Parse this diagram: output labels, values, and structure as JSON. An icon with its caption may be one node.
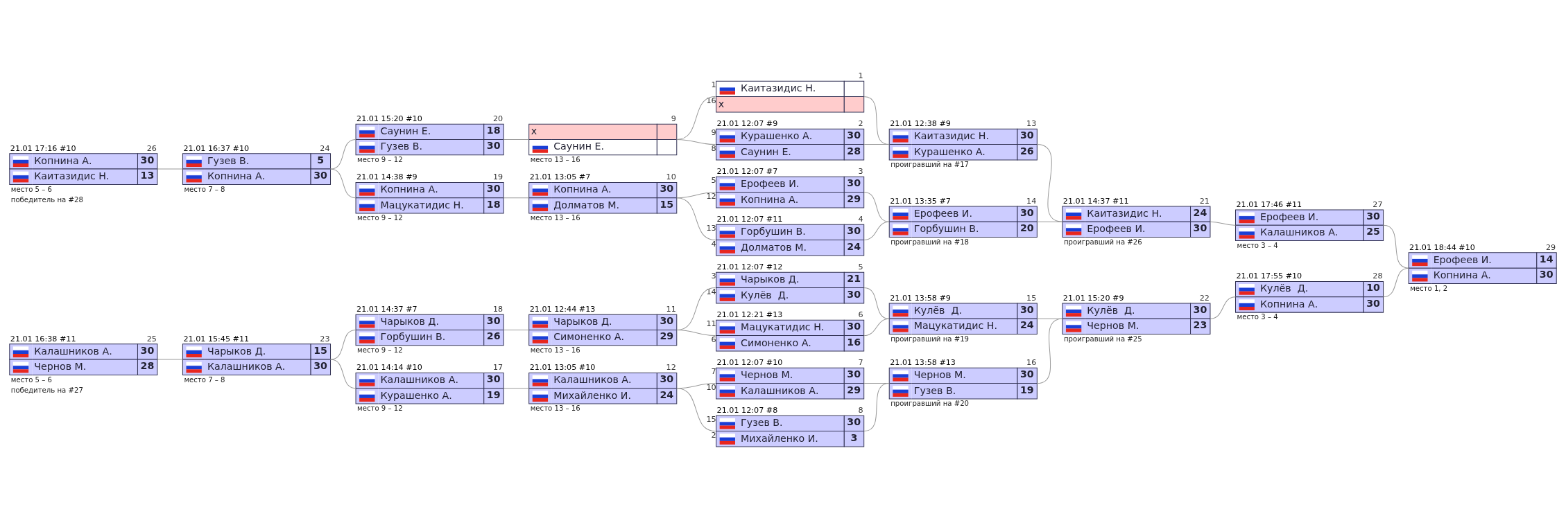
{
  "diagram": {
    "nodes": [
      {
        "text": [
          "1",
          "1",
          "Каитазидис Н.",
          "16",
          "x"
        ]
      },
      {
        "text": [
          "21.01 12:07 #9",
          "2",
          "9",
          "Курашенко А.",
          "30",
          "8",
          "Саунин Е.",
          "28"
        ]
      },
      {
        "text": [
          "21.01 12:07 #7",
          "3",
          "5",
          "Ерофеев И.",
          "30",
          "12",
          "Копнина А.",
          "29"
        ]
      },
      {
        "text": [
          "21.01 12:07 #11",
          "4",
          "13",
          "Горбушин В.",
          "30",
          "4",
          "Долматов М.",
          "24"
        ]
      },
      {
        "text": [
          "21.01 12:07 #12",
          "5",
          "3",
          "Чарыков Д.",
          "21",
          "14",
          "Кулёв  Д.",
          "30"
        ]
      },
      {
        "text": [
          "21.01 12:21 #13",
          "6",
          "11",
          "Мацукатидис Н.",
          "30",
          "6",
          "Симоненко А.",
          "16"
        ]
      },
      {
        "text": [
          "21.01 12:07 #10",
          "7",
          "7",
          "Чернов М.",
          "30",
          "10",
          "Калашников А.",
          "29"
        ]
      },
      {
        "text": [
          "21.01 12:07 #8",
          "8",
          "15",
          "Гузев В.",
          "30",
          "2",
          "Михайленко И.",
          "3"
        ]
      },
      {
        "text": [
          "9",
          "x",
          "Саунин Е."
        ],
        "beside": [
          "место 13 – 16"
        ]
      },
      {
        "text": [
          "21.01 13:05 #7",
          "10",
          "Копнина А.",
          "30",
          "Долматов М.",
          "15"
        ],
        "beside": [
          "место 13 – 16"
        ]
      },
      {
        "text": [
          "21.01 12:44 #13",
          "11",
          "Чарыков Д.",
          "30",
          "Симоненко А.",
          "29"
        ],
        "beside": [
          "место 13 – 16"
        ]
      },
      {
        "text": [
          "21.01 13:05 #10",
          "12",
          "Калашников А.",
          "30",
          "Михайленко И.",
          "24"
        ],
        "beside": [
          "место 13 – 16"
        ]
      },
      {
        "text": [
          "21.01 12:38 #9",
          "13",
          "Каитазидис Н.",
          "30",
          "Курашенко А.",
          "26"
        ],
        "beside": [
          "проигравший на #17"
        ]
      },
      {
        "text": [
          "21.01 13:35 #7",
          "14",
          "Ерофеев И.",
          "30",
          "Горбушин В.",
          "20"
        ],
        "beside": [
          "проигравший на #18"
        ]
      },
      {
        "text": [
          "21.01 13:58 #9",
          "15",
          "Кулёв  Д.",
          "30",
          "Мацукатидис Н.",
          "24"
        ],
        "beside": [
          "проигравший на #19"
        ]
      },
      {
        "text": [
          "21.01 13:58 #13",
          "16",
          "Чернов М.",
          "30",
          "Гузев В.",
          "19"
        ],
        "beside": [
          "проигравший на #20"
        ]
      },
      {
        "text": [
          "21.01 14:14 #10",
          "17",
          "Калашников А.",
          "30",
          "Курашенко А.",
          "19"
        ],
        "beside": [
          "место 9 – 12"
        ]
      },
      {
        "text": [
          "21.01 14:37 #7",
          "18",
          "Чарыков Д.",
          "30",
          "Горбушин В.",
          "26"
        ],
        "beside": [
          "место 9 – 12"
        ]
      },
      {
        "text": [
          "21.01 14:38 #9",
          "19",
          "Копнина А.",
          "30",
          "Мацукатидис Н.",
          "18"
        ],
        "beside": [
          "место 9 – 12"
        ]
      },
      {
        "text": [
          "21.01 15:20 #10",
          "20",
          "Саунин Е.",
          "18",
          "Гузев В.",
          "30"
        ],
        "beside": [
          "место 9 – 12"
        ]
      },
      {
        "text": [
          "21.01 14:37 #11",
          "21",
          "Каитазидис Н.",
          "24",
          "Ерофеев И.",
          "30"
        ],
        "beside": [
          "проигравший на #26"
        ]
      },
      {
        "text": [
          "21.01 15:20 #9",
          "22",
          "Кулёв  Д.",
          "30",
          "Чернов М.",
          "23"
        ],
        "beside": [
          "проигравший на #25"
        ]
      },
      {
        "text": [
          "21.01 15:45 #11",
          "23",
          "Чарыков Д.",
          "15",
          "Калашников А.",
          "30"
        ],
        "beside": [
          "место 7 – 8"
        ]
      },
      {
        "text": [
          "21.01 16:37 #10",
          "24",
          "Гузев В.",
          "5",
          "Копнина А.",
          "30"
        ],
        "beside": [
          "место 7 – 8"
        ]
      },
      {
        "text": [
          "21.01 16:38 #11",
          "25",
          "Калашников А.",
          "30",
          "Чернов М.",
          "28"
        ],
        "beside": [
          "место 5 – 6",
          "победитель на #27"
        ]
      },
      {
        "text": [
          "21.01 17:16 #10",
          "26",
          "Копнина А.",
          "30",
          "Каитазидис Н.",
          "13"
        ],
        "beside": [
          "место 5 – 6",
          "победитель на #28"
        ]
      },
      {
        "text": [
          "21.01 17:46 #11",
          "27",
          "Ерофеев И.",
          "30",
          "Калашников А.",
          "25"
        ],
        "beside": [
          "место 3 – 4"
        ]
      },
      {
        "text": [
          "21.01 17:55 #10",
          "28",
          "Кулёв  Д.",
          "10",
          "Копнина А.",
          "30"
        ],
        "beside": [
          "место 3 – 4"
        ]
      },
      {
        "text": [
          "21.01 18:44 #10",
          "29",
          "Ерофеев И.",
          "14",
          "Копнина А.",
          "30"
        ],
        "beside": [
          "место 1, 2"
        ]
      }
    ],
    "edges": [
      {
        "from": 25,
        "to": 23,
        "arrow": "none"
      },
      {
        "from": 24,
        "to": 22,
        "arrow": "none"
      },
      {
        "from": 23,
        "to": 19,
        "arrow": "none"
      },
      {
        "from": 23,
        "to": 18,
        "arrow": "none"
      },
      {
        "from": 22,
        "to": 17,
        "arrow": "none"
      },
      {
        "from": 22,
        "to": 16,
        "arrow": "none"
      },
      {
        "from": 19,
        "to": 8,
        "arrow": "none"
      },
      {
        "from": 18,
        "to": 9,
        "arrow": "none"
      },
      {
        "from": 17,
        "to": 10,
        "arrow": "none"
      },
      {
        "from": 16,
        "to": 11,
        "arrow": "none"
      },
      {
        "from": 8,
        "to": 0,
        "arrow": "none"
      },
      {
        "from": 8,
        "to": 1,
        "arrow": "none"
      },
      {
        "from": 9,
        "to": 2,
        "arrow": "none"
      },
      {
        "from": 9,
        "to": 3,
        "arrow": "none"
      },
      {
        "from": 10,
        "to": 4,
        "arrow": "none"
      },
      {
        "from": 10,
        "to": 5,
        "arrow": "none"
      },
      {
        "from": 11,
        "to": 6,
        "arrow": "none"
      },
      {
        "from": 11,
        "to": 7,
        "arrow": "none"
      },
      {
        "from": 0,
        "to": 12,
        "arrow": "none"
      },
      {
        "from": 1,
        "to": 12,
        "arrow": "none"
      },
      {
        "from": 2,
        "to": 13,
        "arrow": "none"
      },
      {
        "from": 3,
        "to": 13,
        "arrow": "none"
      },
      {
        "from": 4,
        "to": 14,
        "arrow": "none"
      },
      {
        "from": 5,
        "to": 14,
        "arrow": "none"
      },
      {
        "from": 6,
        "to": 15,
        "arrow": "none"
      },
      {
        "from": 7,
        "to": 15,
        "arrow": "none"
      },
      {
        "from": 12,
        "to": 20,
        "arrow": "none"
      },
      {
        "from": 13,
        "to": 20,
        "arrow": "none"
      },
      {
        "from": 14,
        "to": 21,
        "arrow": "none"
      },
      {
        "from": 15,
        "to": 21,
        "arrow": "none"
      },
      {
        "from": 20,
        "to": 26,
        "arrow": "none"
      },
      {
        "from": 21,
        "to": 27,
        "arrow": "none"
      },
      {
        "from": 26,
        "to": 28,
        "arrow": "none"
      },
      {
        "from": 27,
        "to": 28,
        "arrow": "none"
      }
    ]
  }
}
